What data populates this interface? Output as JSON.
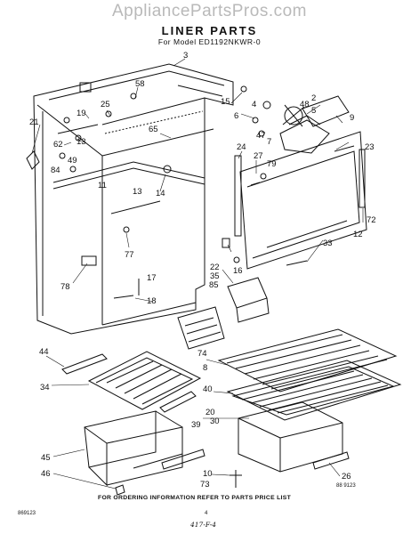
{
  "watermark": "AppliancePartsPros.com",
  "title": "LINER PARTS",
  "subtitle": "For Model ED1192NKWR-0",
  "footer_note": "FOR ORDERING INFORMATION REFER TO PARTS PRICE LIST",
  "drawing_code_left": "869123",
  "drawing_code_right": "88 9123",
  "page_number": "4",
  "handwritten_note": "417-F-4",
  "callouts": [
    "3",
    "58",
    "25",
    "19",
    "21",
    "62",
    "13",
    "49",
    "84",
    "11",
    "65",
    "14",
    "13",
    "77",
    "78",
    "17",
    "18",
    "15",
    "6",
    "4",
    "48",
    "2",
    "5",
    "47",
    "7",
    "9",
    "23",
    "24",
    "27",
    "79",
    "72",
    "12",
    "33",
    "16",
    "22",
    "35",
    "85",
    "44",
    "34",
    "74",
    "8",
    "40",
    "20",
    "39",
    "30",
    "45",
    "46",
    "10",
    "73",
    "26"
  ]
}
